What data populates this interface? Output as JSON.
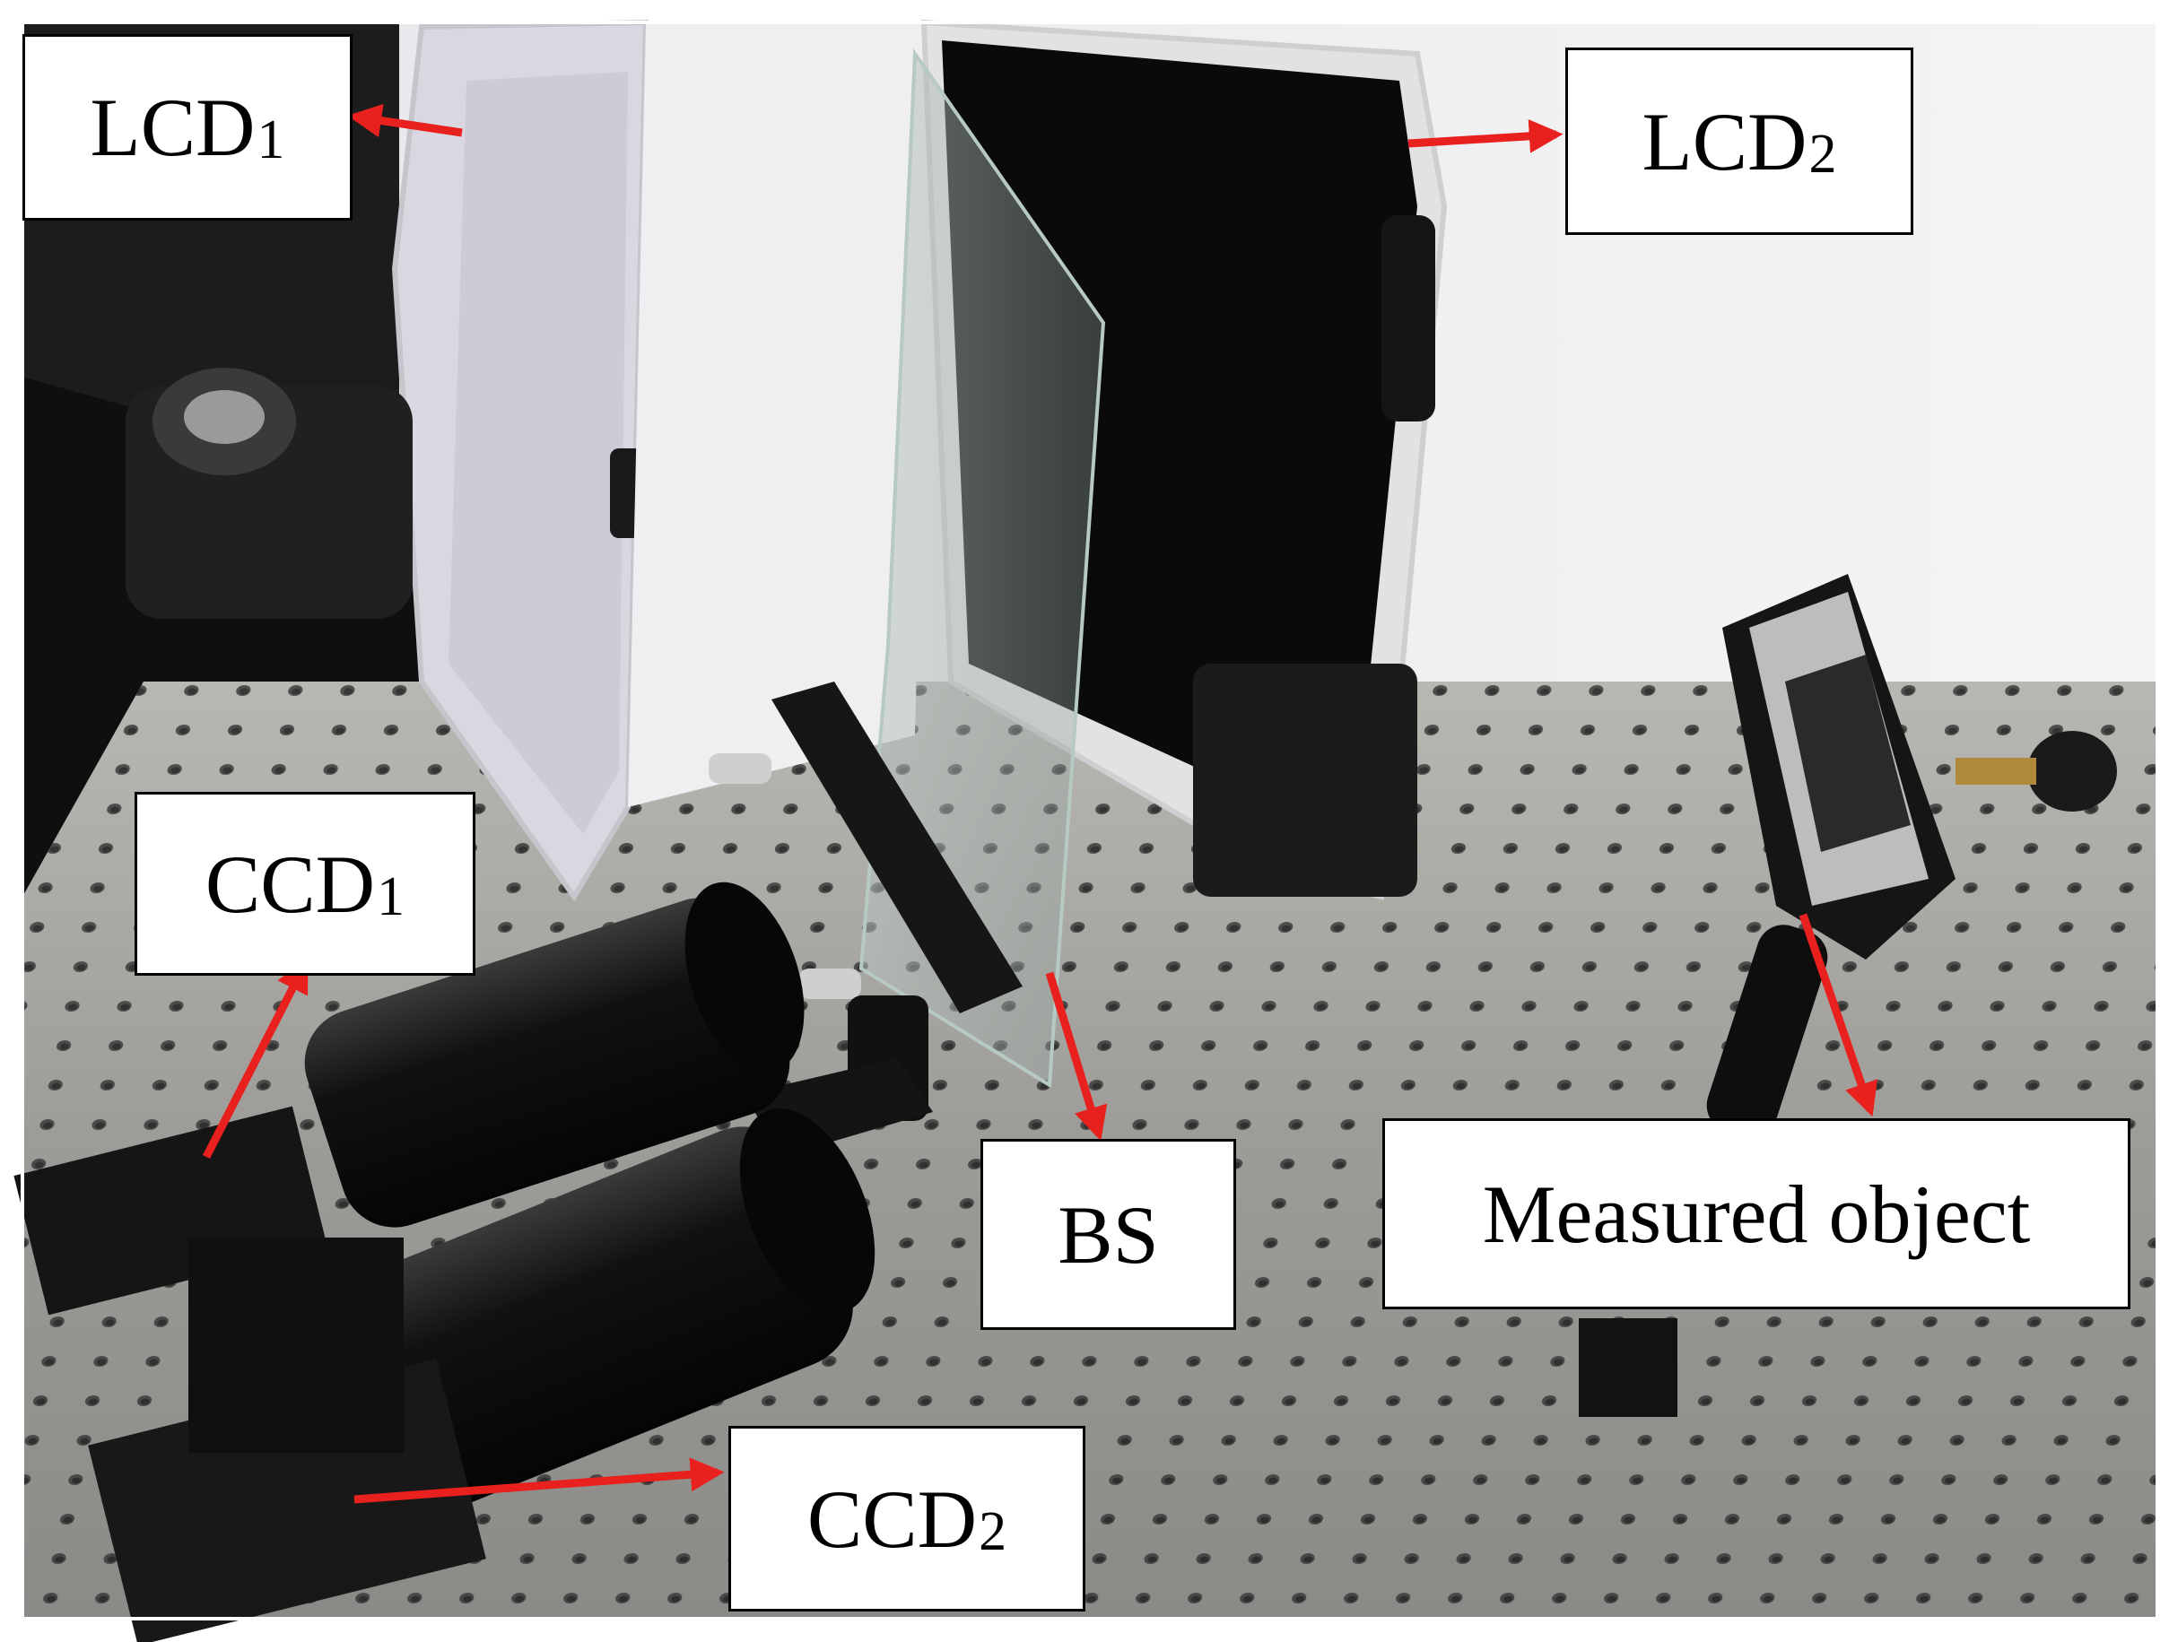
{
  "colors": {
    "arrow": "#e8201e",
    "label_background": "#ffffff",
    "label_border": "#000000",
    "optical_table": "#9a9a98",
    "table_holes": "#3a3a3a"
  },
  "labels": {
    "lcd1": {
      "text": "LCD",
      "sub": "1"
    },
    "lcd2": {
      "text": "LCD",
      "sub": "2"
    },
    "ccd1": {
      "text": "CCD",
      "sub": "1"
    },
    "ccd2": {
      "text": "CCD",
      "sub": "2"
    },
    "bs": {
      "text": "BS"
    },
    "measured_object": {
      "text": "Measured object"
    }
  }
}
